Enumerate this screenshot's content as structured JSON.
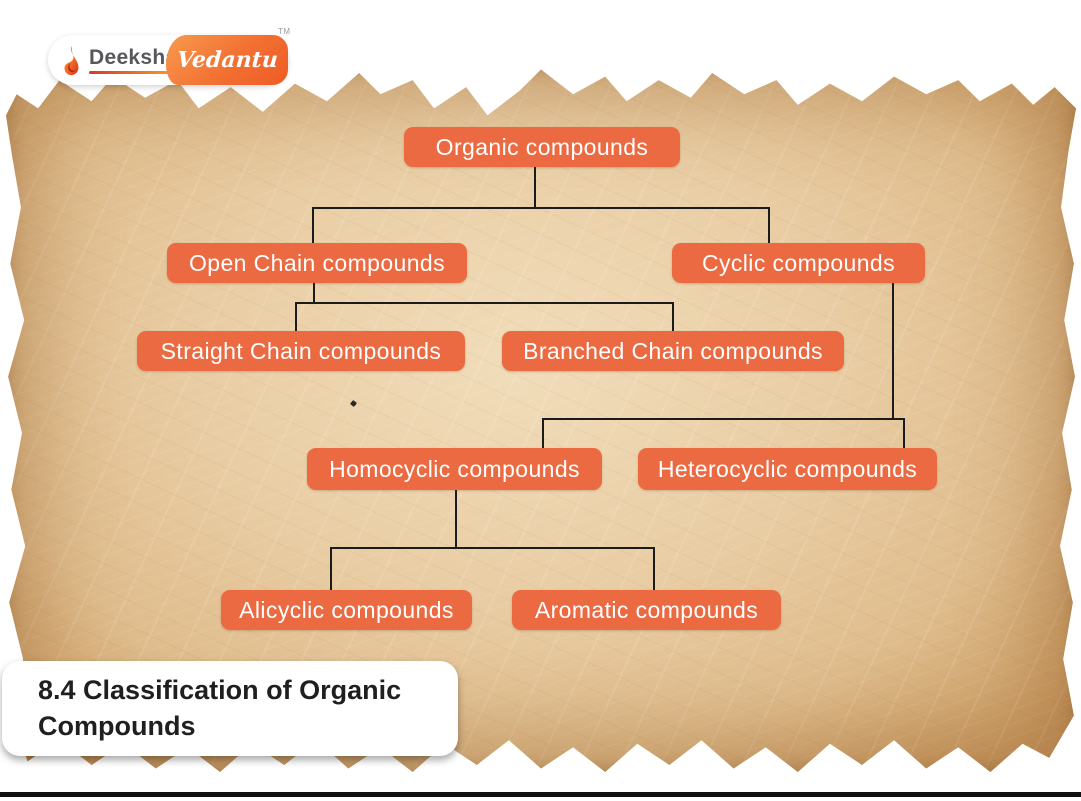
{
  "logo": {
    "brand_left": "Deeksha",
    "brand_right": "Vedantu",
    "trademark": "TM",
    "flame_icon": "flame-icon"
  },
  "caption": {
    "text": "8.4 Classification of Organic Compounds"
  },
  "tree": {
    "nodes": [
      {
        "id": "organic",
        "label": "Organic compounds"
      },
      {
        "id": "open-chain",
        "label": "Open Chain compounds"
      },
      {
        "id": "cyclic",
        "label": "Cyclic compounds"
      },
      {
        "id": "straight-chain",
        "label": "Straight Chain compounds"
      },
      {
        "id": "branched-chain",
        "label": "Branched Chain compounds"
      },
      {
        "id": "homocyclic",
        "label": "Homocyclic compounds"
      },
      {
        "id": "heterocyclic",
        "label": "Heterocyclic compounds"
      },
      {
        "id": "alicyclic",
        "label": "Alicyclic compounds"
      },
      {
        "id": "aromatic",
        "label": "Aromatic compounds"
      }
    ],
    "edges": [
      [
        "Organic compounds",
        "Open Chain compounds"
      ],
      [
        "Organic compounds",
        "Cyclic compounds"
      ],
      [
        "Open Chain compounds",
        "Straight Chain compounds"
      ],
      [
        "Open Chain compounds",
        "Branched Chain compounds"
      ],
      [
        "Cyclic compounds",
        "Homocyclic compounds"
      ],
      [
        "Cyclic compounds",
        "Heterocyclic compounds"
      ],
      [
        "Homocyclic compounds",
        "Alicyclic compounds"
      ],
      [
        "Homocyclic compounds",
        "Aromatic compounds"
      ]
    ]
  },
  "colors": {
    "node_orange": "#EB6A41",
    "parchment_base": "#E9CDA4",
    "line_color": "#1B1B1B",
    "logo_orange": "#F37032",
    "caption_text": "#1F1F1F",
    "footer_bar": "#101010"
  }
}
